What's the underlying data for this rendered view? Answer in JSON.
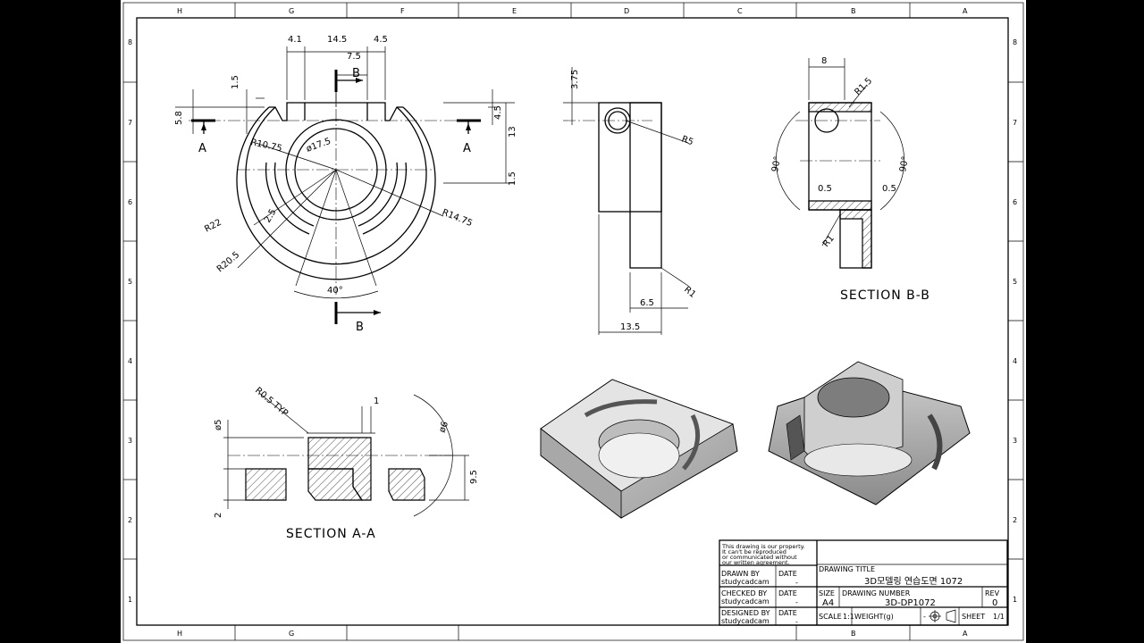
{
  "zones": {
    "columns_top": [
      "H",
      "G",
      "F",
      "E",
      "D",
      "C",
      "B",
      "A"
    ],
    "columns_bottom": [
      "H",
      "G",
      "",
      "",
      "",
      "",
      "B",
      "A"
    ],
    "rows": [
      "8",
      "7",
      "6",
      "5",
      "4",
      "3",
      "2",
      "1"
    ]
  },
  "top_view": {
    "dims": [
      "4.1",
      "14.5",
      "4.5",
      "7.5",
      "1.5",
      "5.8",
      "4.5",
      "13",
      "1.5",
      "R10.75",
      "ø17.5",
      "R22",
      "2.5",
      "R20.5",
      "R14.75",
      "40°"
    ],
    "cut_a_left": "A",
    "cut_a_right": "A",
    "cut_b_top": "B",
    "cut_b_bottom": "B"
  },
  "side_view": {
    "dims": [
      "3.75",
      "R5",
      "R1",
      "6.5",
      "13.5"
    ]
  },
  "section_bb": {
    "title": "SECTION B-B",
    "dims": [
      "8",
      "R1.5",
      "90°",
      "90°",
      "0.5",
      "0.5",
      "R1"
    ]
  },
  "section_aa": {
    "title": "SECTION A-A",
    "dims": [
      "R0.5 TYP",
      "1",
      "ø5",
      "ø6",
      "9.5",
      "2"
    ]
  },
  "title_block": {
    "notice": [
      "This drawing is our property.",
      "It can't be reproduced",
      "or communicated without",
      "our written agreement."
    ],
    "drawing_title_label": "DRAWING TITLE",
    "drawing_title": "3D모델링 연습도면 1072",
    "drawn_by_label": "DRAWN BY",
    "drawn_by": "studycadcam",
    "checked_by_label": "CHECKED BY",
    "checked_by": "studycadcam",
    "designed_by_label": "DESIGNED BY",
    "designed_by": "studycadcam",
    "date_label": "DATE",
    "date_value": "-",
    "size_label": "SIZE",
    "size": "A4",
    "drawing_number_label": "DRAWING NUMBER",
    "drawing_number": "3D-DP1072",
    "rev_label": "REV",
    "rev": "0",
    "scale_label": "SCALE",
    "scale": "1:1",
    "weight_label": "WEIGHT(g)",
    "weight": "-",
    "sheet_label": "SHEET",
    "sheet": "1/1"
  }
}
